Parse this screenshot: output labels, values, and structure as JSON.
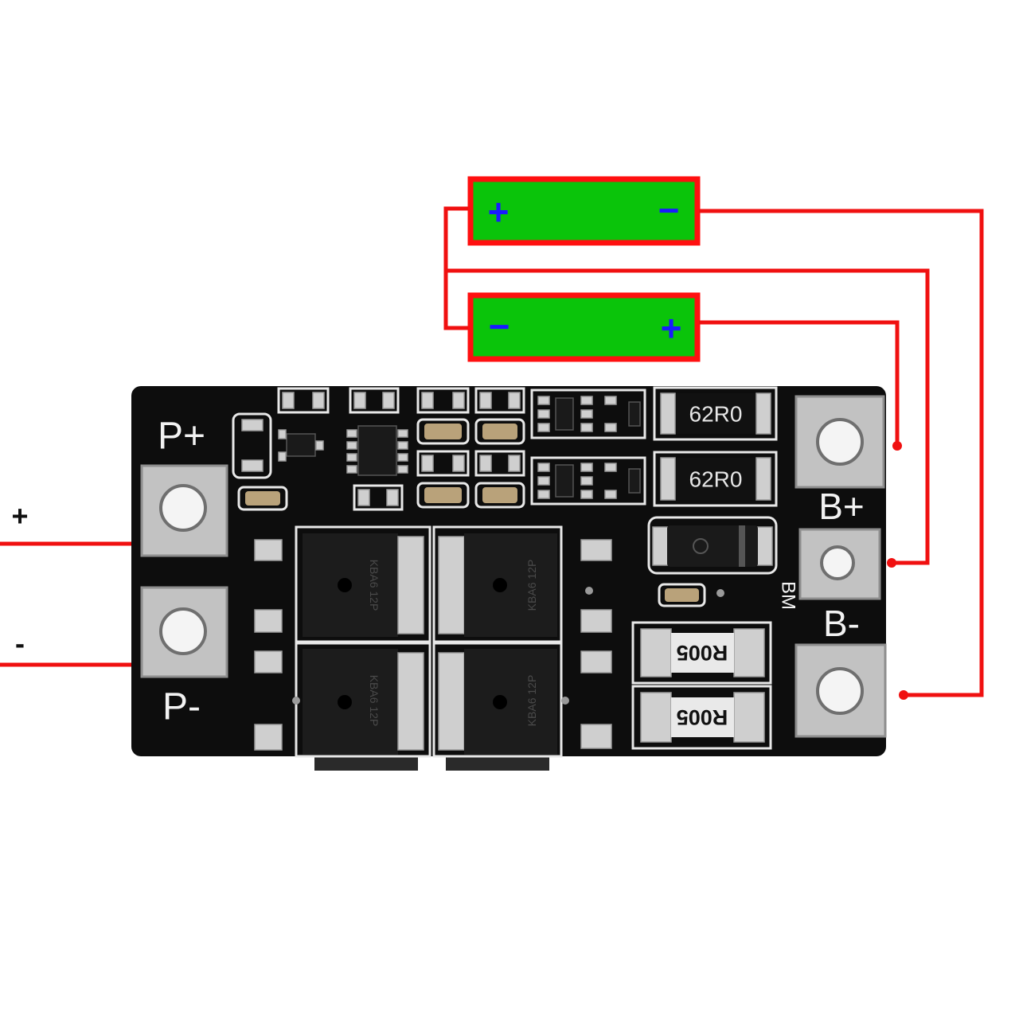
{
  "wiring": {
    "pack_plus_label": "+",
    "pack_minus_label": "-"
  },
  "batteries": [
    {
      "left_terminal": "+",
      "right_terminal": "−"
    },
    {
      "left_terminal": "−",
      "right_terminal": "+"
    }
  ],
  "board": {
    "labels": {
      "p_plus": "P+",
      "p_minus": "P-",
      "b_plus": "B+",
      "b_minus": "B-",
      "bm": "BM"
    },
    "resistors": [
      "62R0",
      "62R0"
    ],
    "shunts": [
      "R005",
      "R005"
    ],
    "mosfet_marking": "KBA6 12P"
  },
  "colors": {
    "wire": "#f01010",
    "battery_fill": "#0ac40a",
    "battery_border": "#ff1010",
    "battery_sign": "#1a1aff",
    "board": "#0d0d0d",
    "pad": "#c2c2c2"
  }
}
